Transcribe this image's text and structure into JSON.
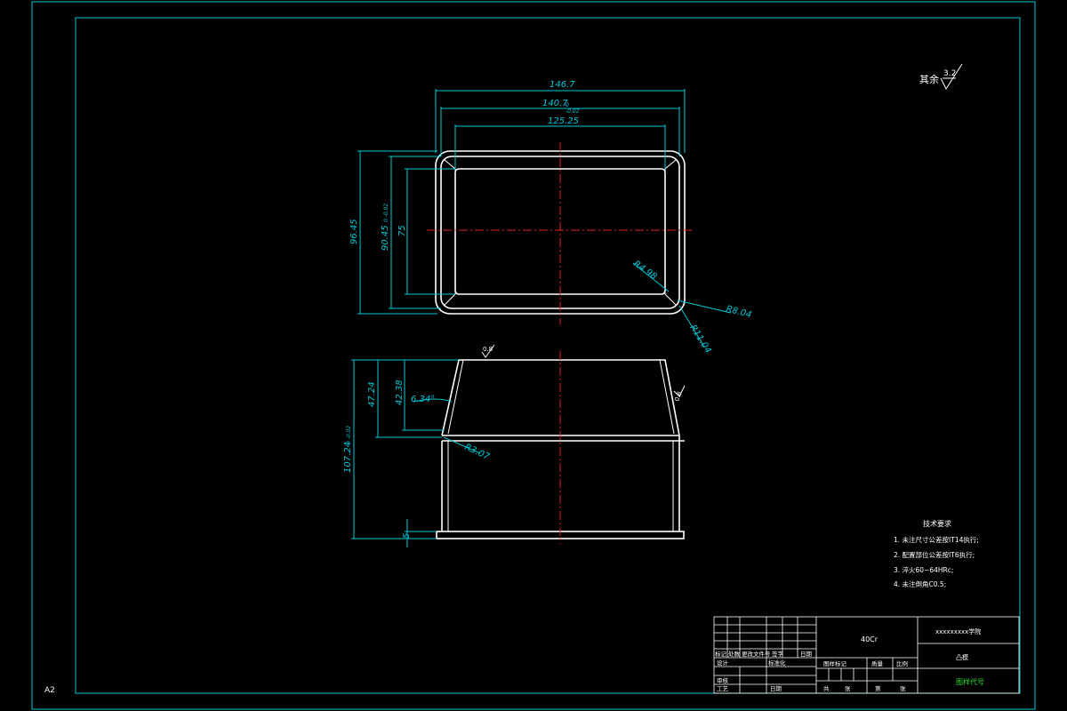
{
  "sheet": {
    "size_label": "A2"
  },
  "roughness": {
    "label": "其余",
    "value": "3.2"
  },
  "top_view": {
    "dims": {
      "outer_width": "146.7",
      "inner_width": "140.7",
      "inner_width_tol": "0\n-0.02",
      "hole_width": "125.25",
      "outer_height": "96.45",
      "inner_height": "90.45",
      "inner_height_tol": "0\n-0.02",
      "hole_height": "75",
      "r_inner": "R4.98",
      "r_mid": "R8.04",
      "r_outer": "R11.04"
    }
  },
  "front_view": {
    "dims": {
      "total_height": "107.24",
      "total_height_tol": "0\n-0.02",
      "h1": "47.24",
      "h2": "42.38",
      "base": "5",
      "angle": "6.34°",
      "r_fillet": "R3.07",
      "roughness_top": "0.8",
      "roughness_side": "0.8"
    }
  },
  "tech_requirements": {
    "title": "技术要求",
    "items": [
      "1. 未注尺寸公差按IT14执行;",
      "2. 配置部位公差按IT6执行;",
      "3. 淬火60~64HRc;",
      "4. 未注倒角C0.5;"
    ]
  },
  "title_block": {
    "material": "40Cr",
    "school": "xxxxxxxxx学院",
    "part_name": "凸模",
    "drawing_no": "图样代号",
    "headers_row1": [
      "标记",
      "处数",
      "更改文件号",
      "签字",
      "日期"
    ],
    "headers_row2": [
      "设计",
      "",
      "标准化",
      "",
      ""
    ],
    "review": "审核",
    "process": "工艺",
    "approve_date": "日期",
    "stage_label": "图样标记",
    "weight_label": "质量",
    "scale_label": "比例",
    "sheets_total": "共",
    "sheets_unit": "张",
    "sheet_no": "第",
    "sheet_unit": "张"
  },
  "colors": {
    "border": "#00c8d8",
    "outline": "#ffffff",
    "centerline": "#e02020",
    "green_text": "#2ee02e"
  }
}
